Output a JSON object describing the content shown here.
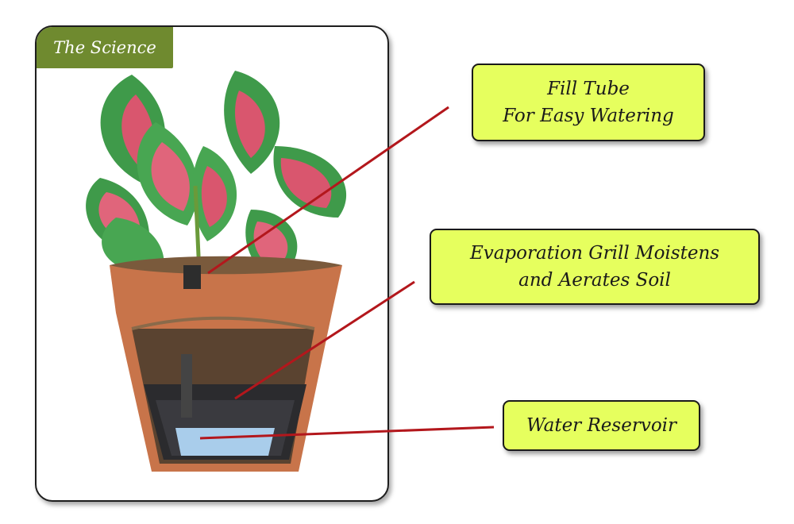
{
  "card": {
    "tag_label": "The Science"
  },
  "callouts": {
    "fill_tube": {
      "line1": "Fill Tube",
      "line2": "For Easy Watering"
    },
    "evaporation_grill": {
      "line1": "Evaporation Grill Moistens",
      "line2": "and Aerates Soil"
    },
    "water_reservoir": {
      "line1": "Water Reservoir"
    }
  },
  "colors": {
    "tag_background": "#6f8a2f",
    "callout_background": "#e6ff5e",
    "leader_line": "#b3171c",
    "pot_terracotta": "#c8744a",
    "leaf_green": "#3f9a4a",
    "leaf_pink": "#d9566e",
    "water": "#a9cdeb"
  }
}
